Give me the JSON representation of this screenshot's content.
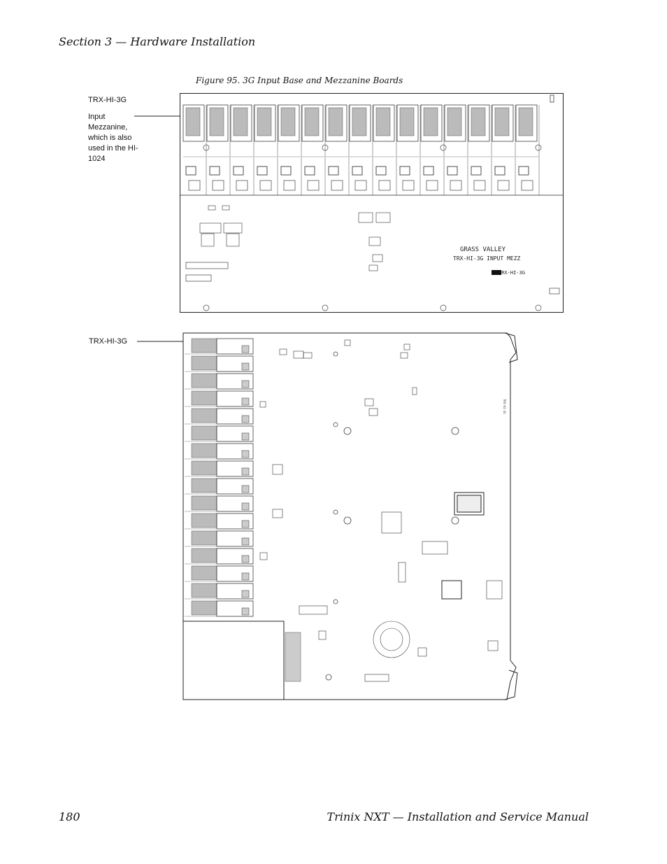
{
  "header": {
    "section_title": "Section 3 — Hardware Installation"
  },
  "figure": {
    "caption": "Figure 95.  3G Input Base and Mezzanine Boards",
    "callouts": [
      {
        "id": "top",
        "label_1": "TRX-HI-3G",
        "label_2": "Input Mezzanine, which is also used in the HI-1024"
      },
      {
        "id": "bottom",
        "label_1": "TRX-HI-3G"
      }
    ],
    "board_silkscreen": {
      "line1": "GRASS VALLEY",
      "line2": "TRX-HI-3G INPUT MEZZ",
      "line3": "TRX-HI-3G",
      "bottom_label": "TRX-HI-3G"
    }
  },
  "footer": {
    "page_number": "180",
    "manual_title": "Trinix NXT  —  Installation and Service Manual"
  },
  "colors": {
    "line": "#222222",
    "background": "#ffffff"
  }
}
